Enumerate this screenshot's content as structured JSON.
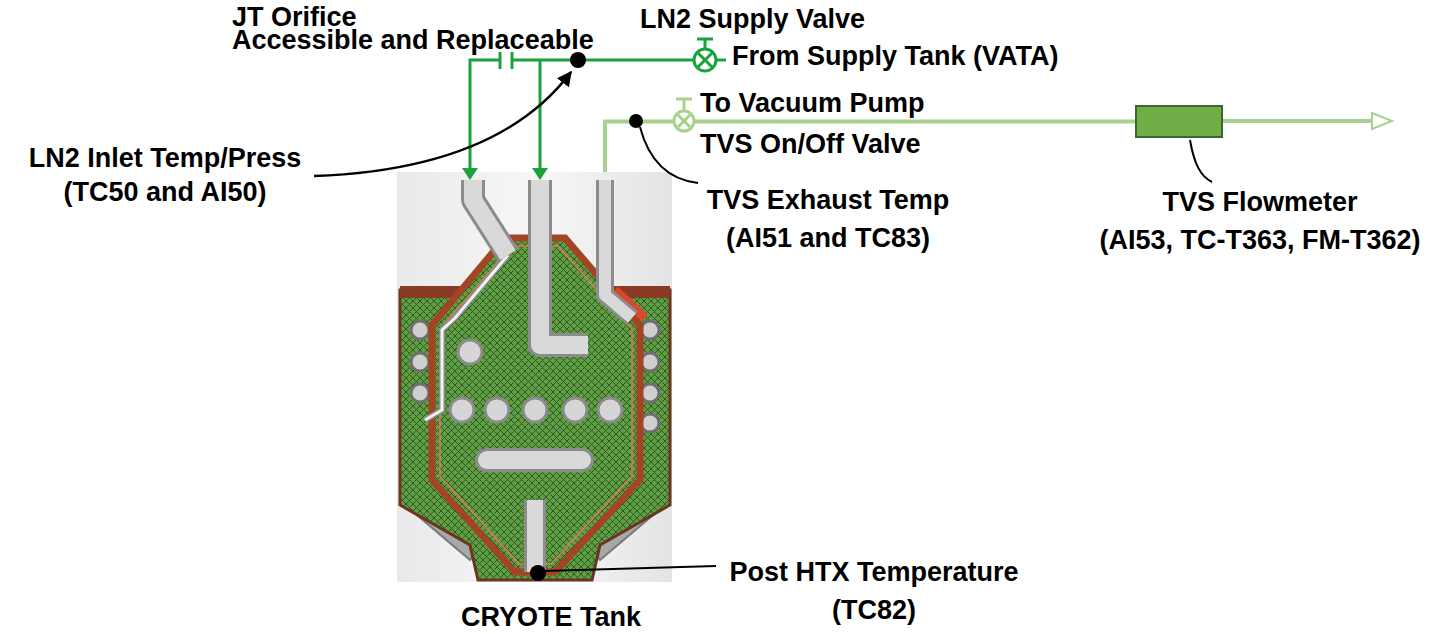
{
  "diagram": {
    "nodes": [
      {
        "text": [
          "CRYOTE Tank"
        ]
      },
      {
        "text": [
          "TVS Flowmeter",
          "(AI53, TC-T363, FM-T362)"
        ]
      }
    ],
    "edges": [
      {
        "from": 0,
        "to": 1,
        "arrow": "none"
      }
    ],
    "labels": [
      "JT Orifice",
      "LN2 Supply Valve",
      "Accessible and Replaceable",
      "From Supply Tank (VATA)",
      "LN2 Inlet Temp/Press (TC50 and AI50)",
      "To Vacuum Pump",
      "TVS On/Off Valve",
      "TVS Exhaust Temp (AI51 and TC83)",
      "Post HTX Temperature (TC82)"
    ]
  }
}
